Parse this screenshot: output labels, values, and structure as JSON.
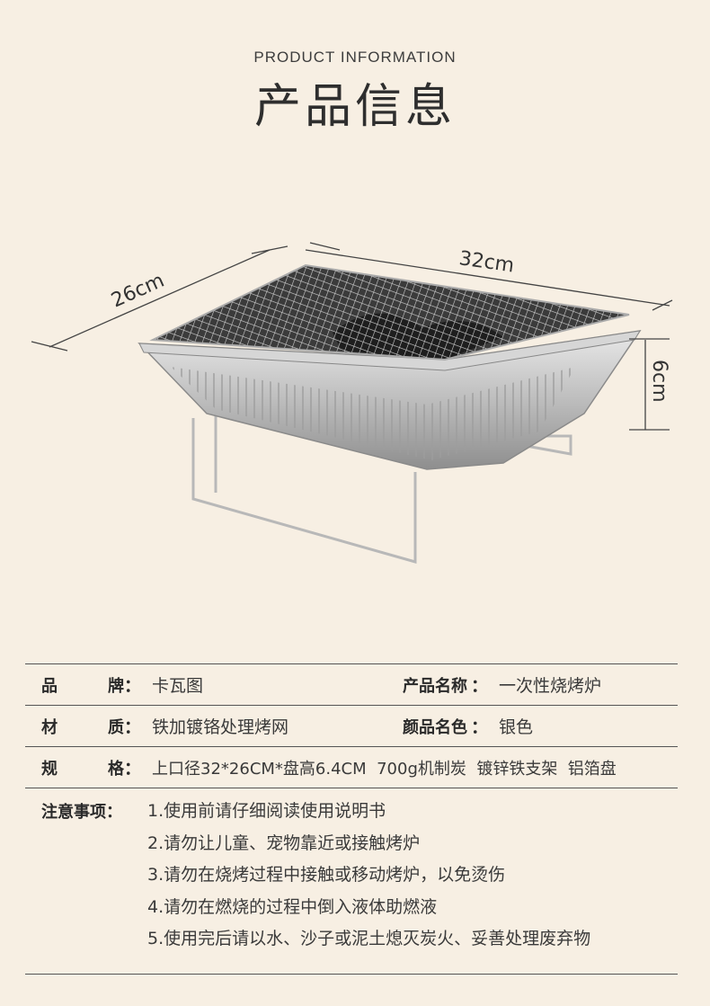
{
  "header": {
    "title_en": "PRODUCT INFORMATION",
    "title_cn": "产品信息"
  },
  "figure": {
    "dim_width": "26cm",
    "dim_length": "32cm",
    "dim_height": "6cm"
  },
  "specs": {
    "brand_label_a": "品",
    "brand_label_b": "牌",
    "brand_value": "卡瓦图",
    "name_label": "产品名称",
    "name_value": "一次性烧烤炉",
    "material_label_a": "材",
    "material_label_b": "质",
    "material_value": "铁加镀铬处理烤网",
    "color_label": "颜品名色",
    "color_value": "银色",
    "size_label_a": "规",
    "size_label_b": "格",
    "size_value": "上口径32*26CM*盘高6.4CM  700g机制炭  镀锌铁支架  铝箔盘",
    "colon": "："
  },
  "notes": {
    "label": "注意事项：",
    "items": [
      "1.使用前请仔细阅读使用说明书",
      "2.请勿让儿童、宠物靠近或接触烤炉",
      "3.请勿在烧烤过程中接触或移动烤炉，以免烫伤",
      "4.请勿在燃烧的过程中倒入液体助燃液",
      "5.使用完后请以水、沙子或泥土熄灭炭火、妥善处理废弃物"
    ]
  }
}
